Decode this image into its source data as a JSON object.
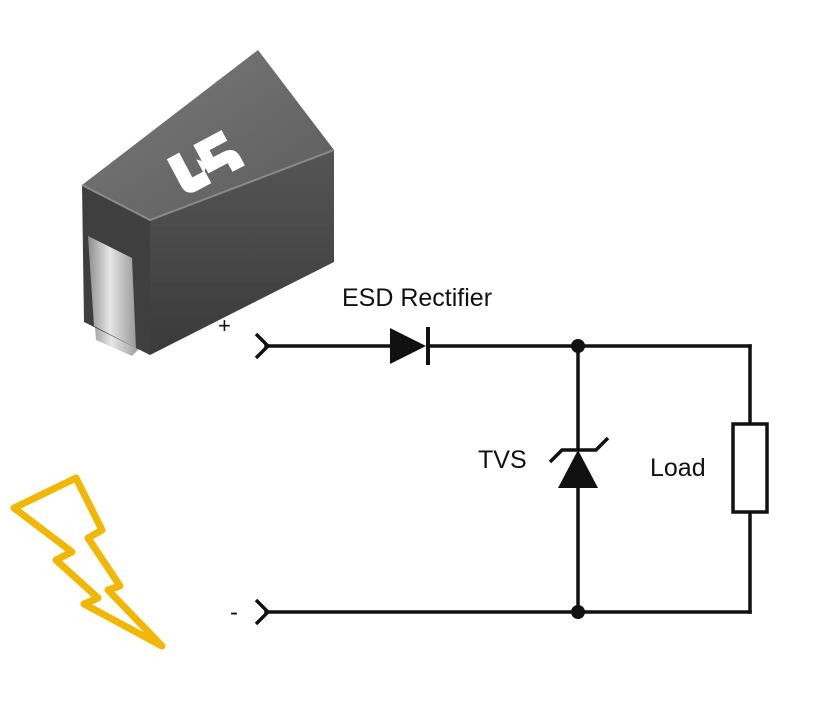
{
  "labels": {
    "rectifier": "ESD Rectifier",
    "tvs": "TVS",
    "load": "Load",
    "plus": "+",
    "minus": "-"
  },
  "icons": {
    "package": "smd-diode-package-icon",
    "logo": "manufacturer-logo-icon",
    "lightning": "lightning-bolt-icon"
  },
  "colors": {
    "wire": "#111111",
    "lightning_stroke": "#f2b705",
    "package_top": "#6d6d6d",
    "package_front": "#4a4a4a",
    "package_side": "#3a3a3a",
    "terminal": "#c9c9c9"
  }
}
